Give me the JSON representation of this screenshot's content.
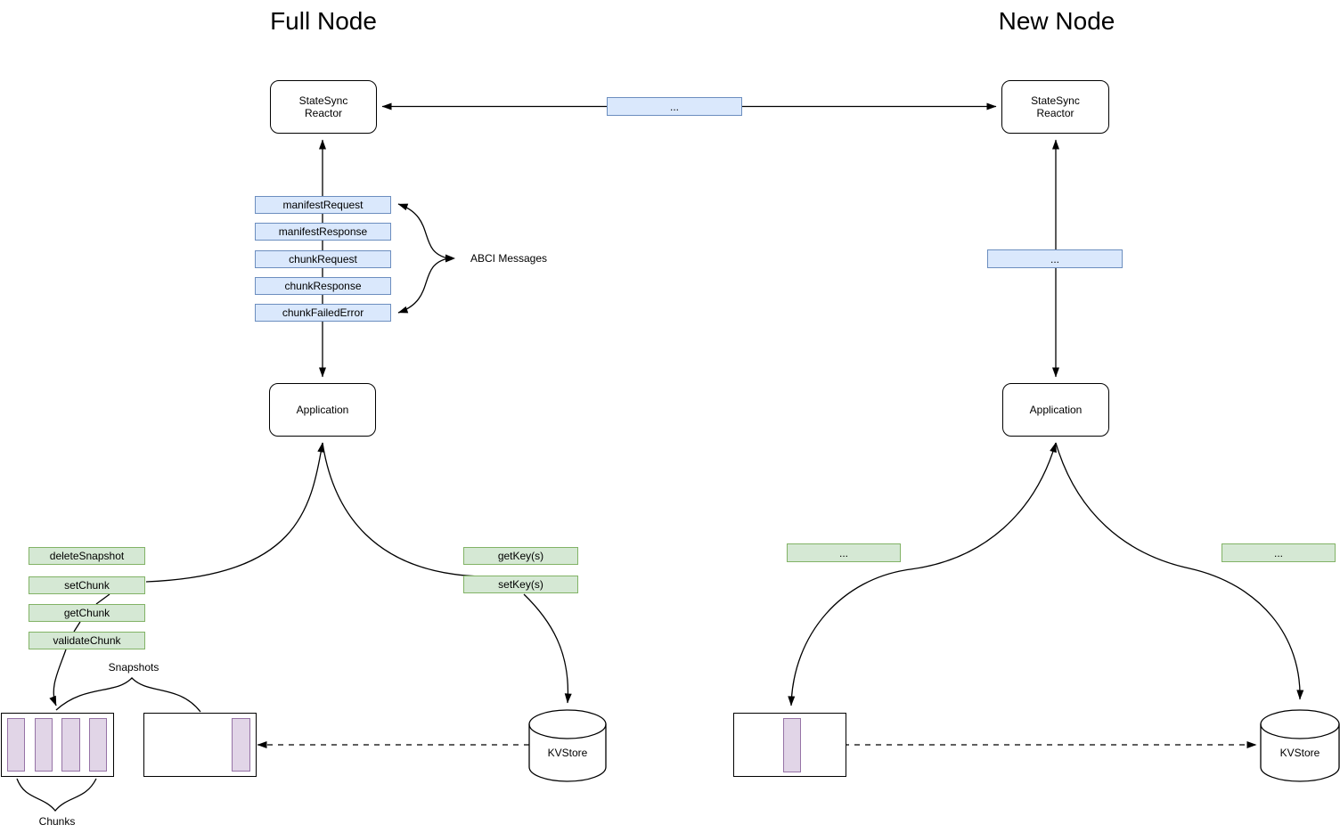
{
  "titles": {
    "full_node": "Full Node",
    "new_node": "New Node"
  },
  "network_channel": {
    "label": "..."
  },
  "colors": {
    "blue_fill": "#dae8fc",
    "blue_stroke": "#6c8ebf",
    "green_fill": "#d5e8d4",
    "green_stroke": "#82b366",
    "purple_fill": "#e1d5e7",
    "purple_stroke": "#9673a6",
    "line": "#000000"
  },
  "full_node": {
    "reactor_label": "StateSync Reactor",
    "application_label": "Application",
    "abci_messages": [
      "manifestRequest",
      "manifestResponse",
      "chunkRequest",
      "chunkResponse",
      "chunkFailedError"
    ],
    "abci_brace_label": "ABCI Messages",
    "snapshot_calls": [
      "deleteSnapshot",
      "setChunk",
      "getChunk",
      "validateChunk"
    ],
    "key_calls": [
      "getKey(s)",
      "setKey(s)"
    ],
    "snapshots_label": "Snapshots",
    "chunks_label": "Chunks",
    "kvstore_label": "KVStore"
  },
  "new_node": {
    "reactor_label": "StateSync Reactor",
    "application_label": "Application",
    "abci_ellipsis": "...",
    "snapshot_call_ellipsis": "...",
    "key_call_ellipsis": "...",
    "kvstore_label": "KVStore"
  }
}
